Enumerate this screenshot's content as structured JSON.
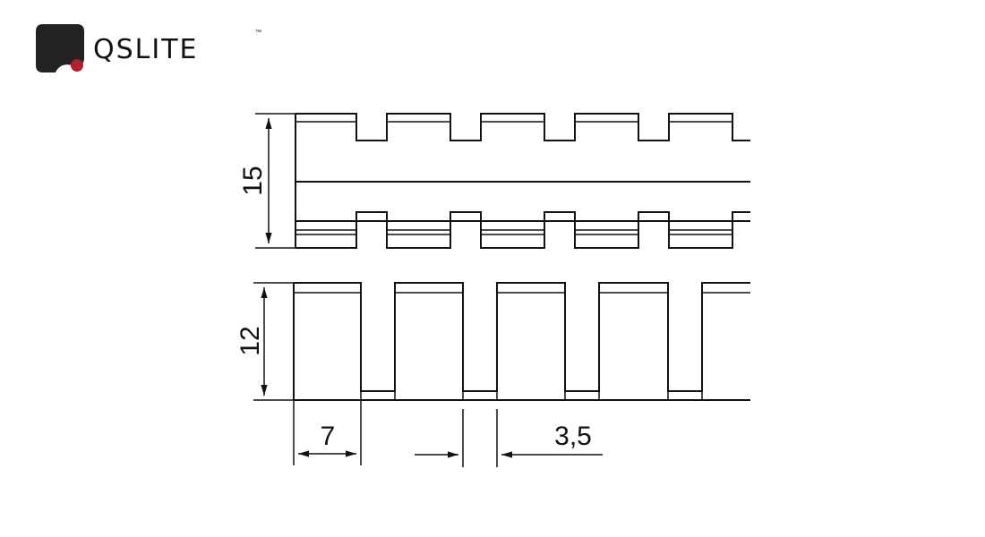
{
  "logo": {
    "brand": "QSLITE",
    "trademark": "™",
    "colors": {
      "mark": "#222222",
      "dot": "#b1202b",
      "text": "#111111"
    }
  },
  "drawing": {
    "dimensions": {
      "top_height": "15",
      "bottom_height": "12",
      "tooth_width": "7",
      "gap_width": "3,5"
    },
    "line_color": "#111111"
  }
}
